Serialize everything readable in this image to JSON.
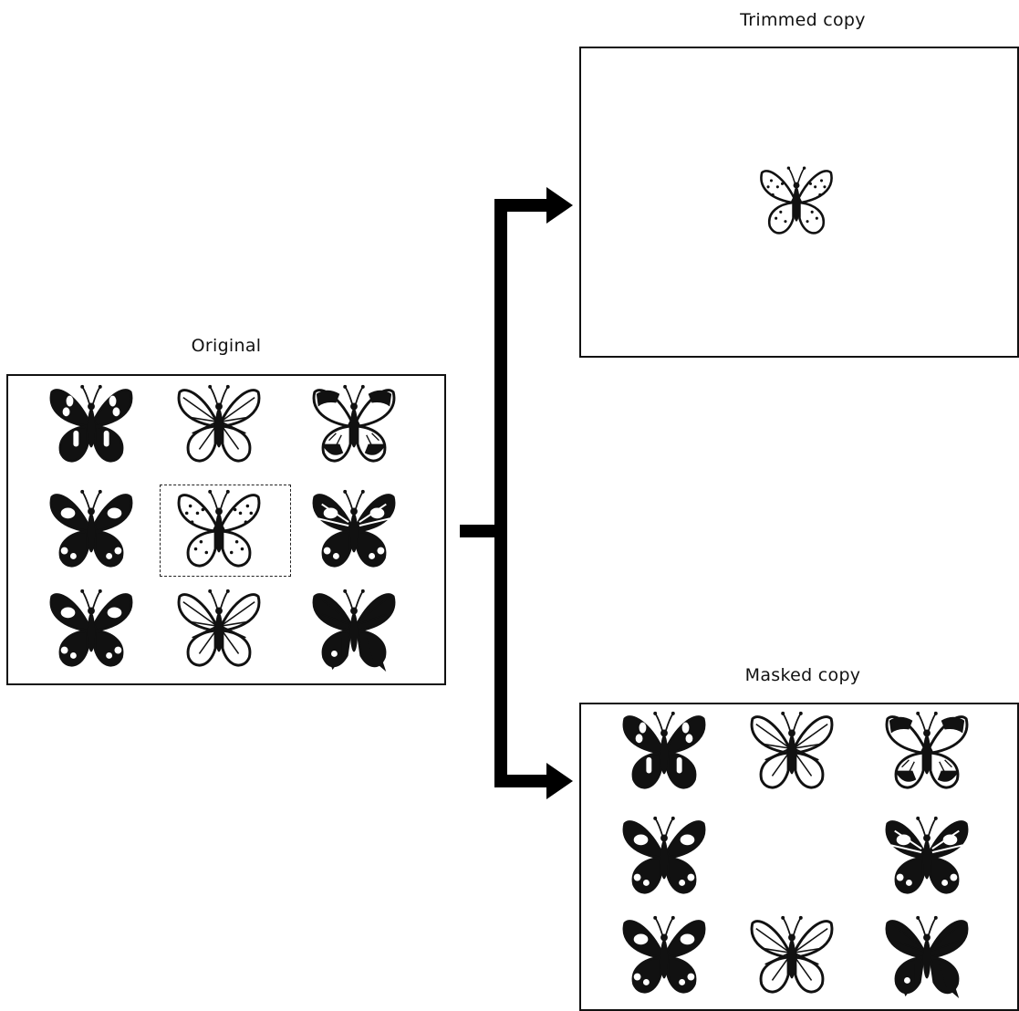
{
  "labels": {
    "original": "Original",
    "trimmed": "Trimmed copy",
    "masked": "Masked copy"
  },
  "colors": {
    "ink": "#111111",
    "paper": "#ffffff"
  },
  "grid": {
    "rows": 3,
    "cols": 3,
    "selected_cell": "row-2-col-2",
    "butterflies": [
      {
        "id": "bf-1",
        "style": "dark-stripes"
      },
      {
        "id": "bf-2",
        "style": "light-veined"
      },
      {
        "id": "bf-3",
        "style": "white-patches"
      },
      {
        "id": "bf-4",
        "style": "dark-spotted"
      },
      {
        "id": "bf-5",
        "style": "speckled"
      },
      {
        "id": "bf-6",
        "style": "banded-eyespots"
      },
      {
        "id": "bf-7",
        "style": "dark-eyespots"
      },
      {
        "id": "bf-8",
        "style": "light-rayed"
      },
      {
        "id": "bf-9",
        "style": "swallowtail"
      }
    ]
  },
  "masked_copy": {
    "removed_cell": "row-2-col-2"
  },
  "trimmed_copy": {
    "kept_cell": "row-2-col-2"
  }
}
